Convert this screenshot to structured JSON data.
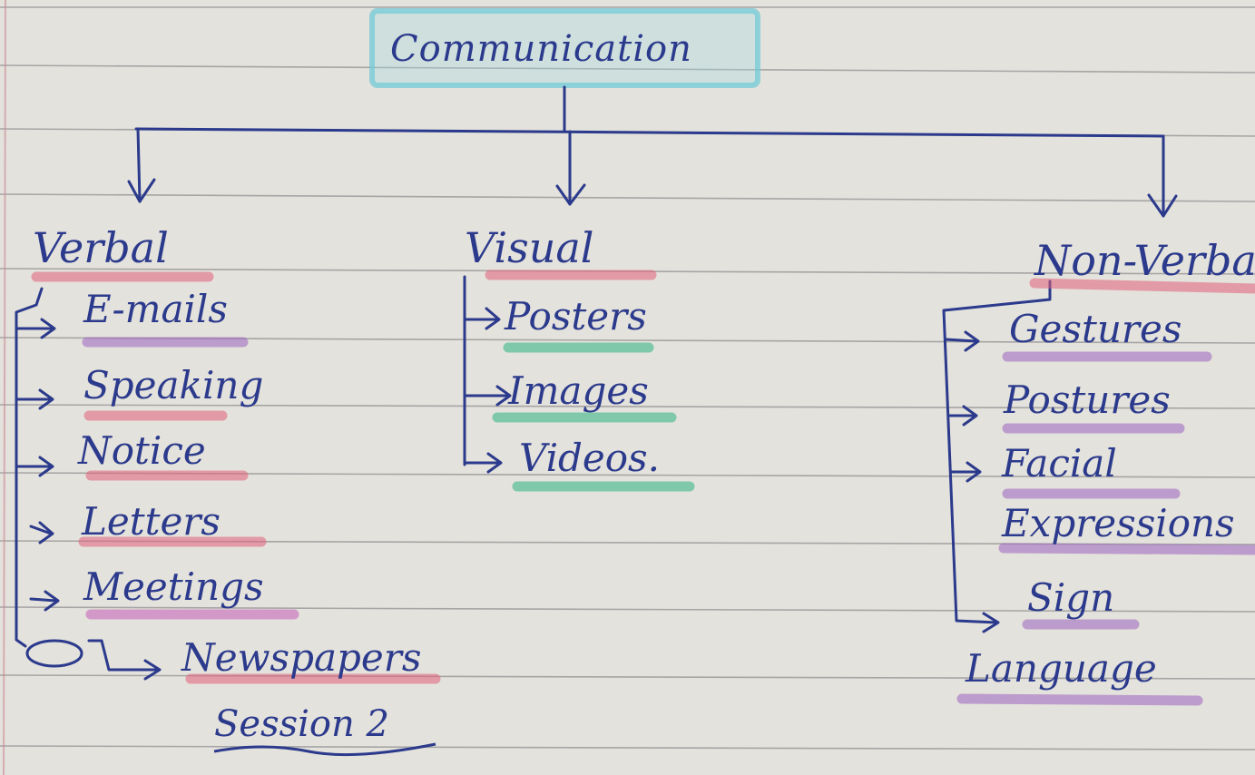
{
  "diagram": {
    "title": "Communication",
    "colors": {
      "ink": "#2b3a8c",
      "paper": "#e4e2dc",
      "rule_line": "#8d8c8e",
      "margin_line": "#c98a94",
      "title_highlight": "#6cc9d6",
      "pink_highlight": "#e0607a",
      "purple_highlight": "#9a62c0",
      "green_highlight": "#2bb582"
    },
    "categories": [
      {
        "label": "Verbal",
        "items": [
          "E-mails",
          "Speaking",
          "Notice",
          "Letters",
          "Meetings",
          "Newspapers"
        ]
      },
      {
        "label": "Visual",
        "items": [
          "Posters",
          "Images",
          "Videos."
        ]
      },
      {
        "label": "Non-Verbal",
        "items": [
          "Gestures",
          "Postures",
          "Facial",
          "Expressions",
          "Sign",
          "Language"
        ]
      }
    ],
    "footer": "Session 2"
  }
}
